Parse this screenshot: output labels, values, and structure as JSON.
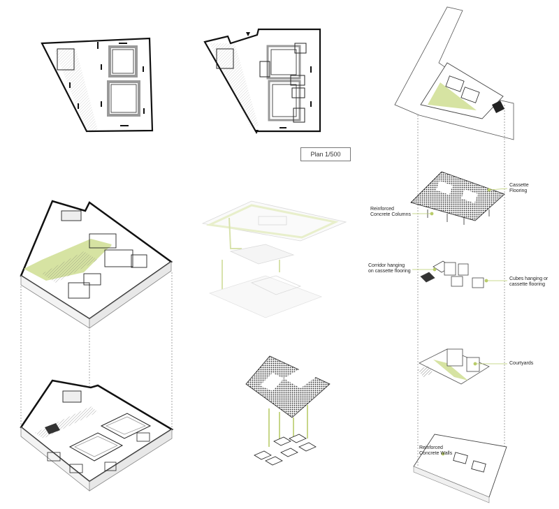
{
  "plan_scale": "Plan 1/500",
  "labels": {
    "cassette_line1": "Cassette",
    "cassette_line2": "Flooring",
    "columns_line1": "Reinforced",
    "columns_line2": "Concrete Columns",
    "corridor_line1": "Corridor hanging",
    "corridor_line2": "on cassette flooring",
    "cubes_line1": "Cubes hanging or",
    "cubes_line2": "cassette flooring",
    "courtyards": "Courtyards",
    "walls_line1": "Reinforced",
    "walls_line2": "Concrete Walls"
  },
  "colors": {
    "accent_green": "#d6e3a2",
    "leader_green": "#b9cc6a",
    "line": "#111111",
    "hatch": "#444444"
  }
}
